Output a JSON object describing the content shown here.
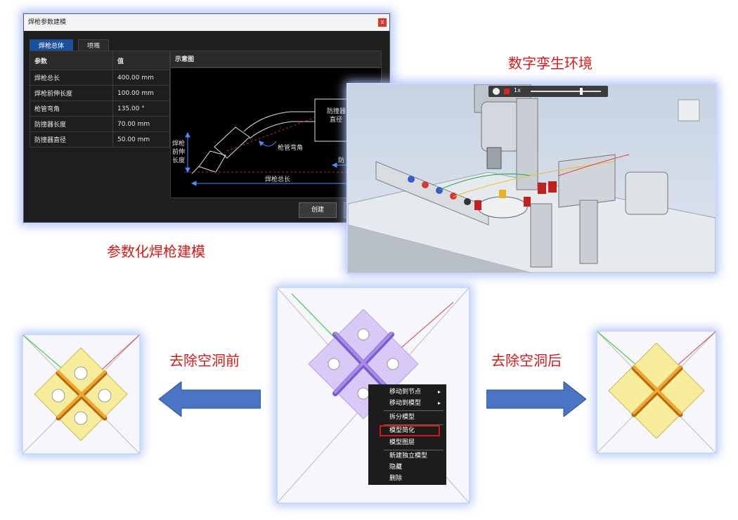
{
  "dialog": {
    "title": "焊枪参数建模",
    "close": "x",
    "tabs": [
      "焊枪总体",
      "喷嘴"
    ],
    "table_headers": [
      "参数",
      "值",
      "示意图"
    ],
    "rows": [
      {
        "name": "焊枪总长",
        "value": "400.00 mm"
      },
      {
        "name": "焊枪前伸长度",
        "value": "100.00 mm"
      },
      {
        "name": "枪管弯角",
        "value": "135.00 °"
      },
      {
        "name": "防撞器长度",
        "value": "70.00 mm"
      },
      {
        "name": "防撞器直径",
        "value": "50.00 mm"
      }
    ],
    "diagram_labels": {
      "collision_dia": "防撞器",
      "collision_dia2": "直径",
      "ext_len_1": "焊枪",
      "ext_len_2": "前伸",
      "ext_len_3": "长度",
      "bend_angle": "枪管弯角",
      "total_len": "焊枪总长",
      "collision_len": "防 撞"
    },
    "create_button": "创建"
  },
  "captions": {
    "twin": "数字孪生环境",
    "param": "参数化焊枪建模",
    "before": "去除空洞前",
    "after": "去除空洞后"
  },
  "viewer": {
    "speed": "1x"
  },
  "context_menu": [
    {
      "label": "移动到节点",
      "submenu": "▸"
    },
    {
      "label": "移动到模型",
      "submenu": "▸"
    },
    {
      "label": "拆分模型"
    },
    {
      "label": "模型简化"
    },
    {
      "label": "模型图层"
    },
    {
      "label": "新建独立模型"
    },
    {
      "label": "隐藏"
    },
    {
      "label": "删除"
    }
  ],
  "colors": {
    "caption": "#d11a1a",
    "tab_active": "#1c4f9c",
    "model_yellow": "#f6ec9c",
    "model_purple": "#d6c6f5",
    "arrow_blue": "#4a74c4",
    "highlight": "#e0131b"
  }
}
